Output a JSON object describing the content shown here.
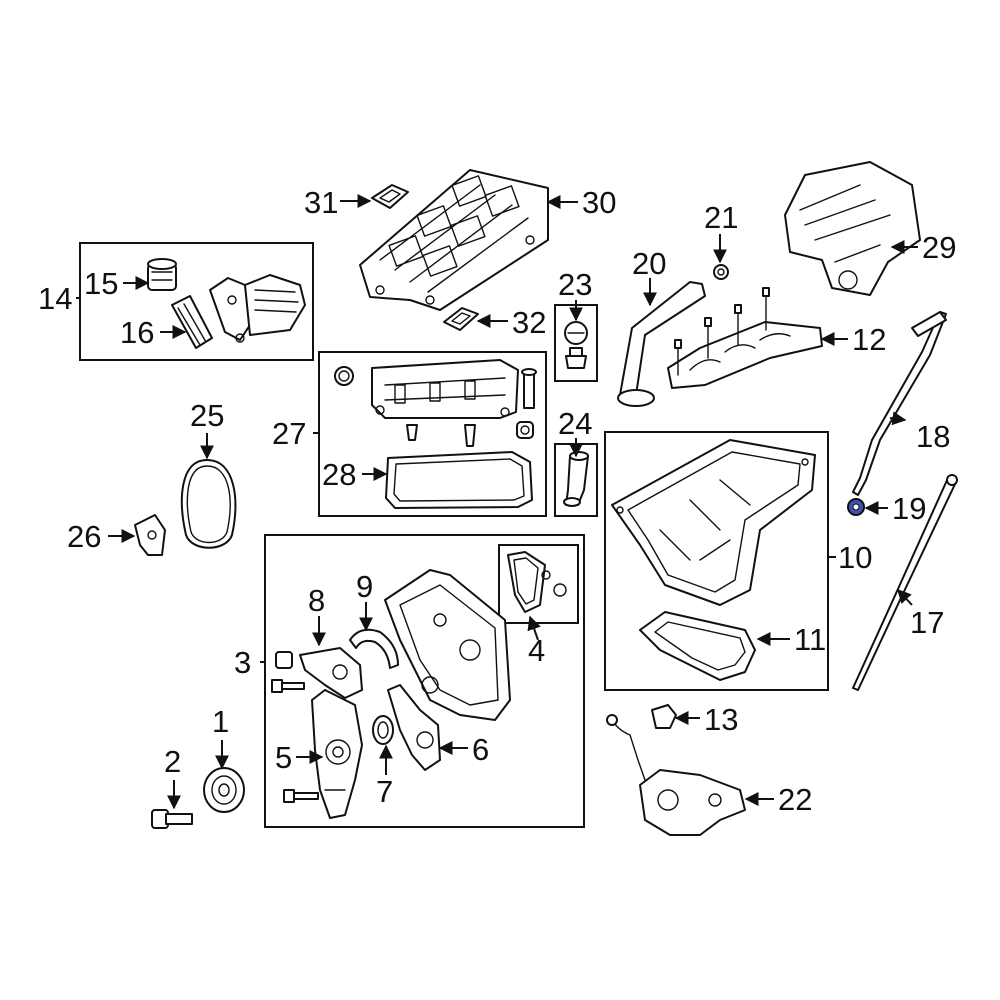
{
  "callouts": {
    "c1": "1",
    "c2": "2",
    "c3": "3",
    "c4": "4",
    "c5": "5",
    "c6": "6",
    "c7": "7",
    "c8": "8",
    "c9": "9",
    "c10": "10",
    "c11": "11",
    "c12": "12",
    "c13": "13",
    "c14": "14",
    "c15": "15",
    "c16": "16",
    "c17": "17",
    "c18": "18",
    "c19": "19",
    "c20": "20",
    "c21": "21",
    "c22": "22",
    "c23": "23",
    "c24": "24",
    "c25": "25",
    "c26": "26",
    "c27": "27",
    "c28": "28",
    "c29": "29",
    "c30": "30",
    "c31": "31",
    "c32": "32"
  },
  "colors": {
    "line": "#111111",
    "highlight": "#3f51b5",
    "background": "#ffffff"
  }
}
